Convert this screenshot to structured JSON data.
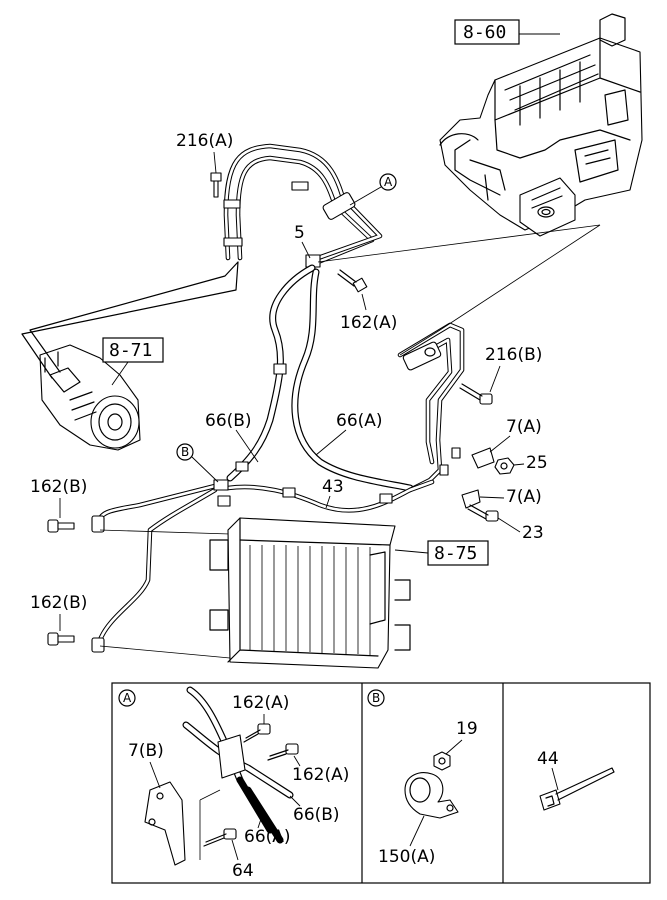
{
  "reference_boxes": {
    "hvac_unit": "8-60",
    "compressor": "8-71",
    "condenser": "8-75"
  },
  "callouts": {
    "bolt_216a": "216(A)",
    "detail_marker_a": "A",
    "clip_5": "5",
    "bolt_162a_main": "162(A)",
    "bolt_216b": "216(B)",
    "hose_66b": "66(B)",
    "hose_66a": "66(A)",
    "detail_marker_b": "B",
    "clip_7a_upper": "7(A)",
    "nut_25": "25",
    "pipe_43": "43",
    "clip_7a_lower": "7(A)",
    "bolt_23": "23",
    "bolt_162b_upper": "162(B)",
    "bolt_162b_lower": "162(B)"
  },
  "detail_panels": {
    "a": {
      "marker": "A",
      "labels": {
        "bolt_162a_top": "162(A)",
        "bracket_7b": "7(B)",
        "bolt_162a_right": "162(A)",
        "hose_66b": "66(B)",
        "hose_66a": "66(A)",
        "bolt_64": "64"
      }
    },
    "b": {
      "marker": "B",
      "labels": {
        "nut_19": "19",
        "clamp_150a": "150(A)"
      }
    },
    "c": {
      "labels": {
        "tie_44": "44"
      }
    }
  }
}
